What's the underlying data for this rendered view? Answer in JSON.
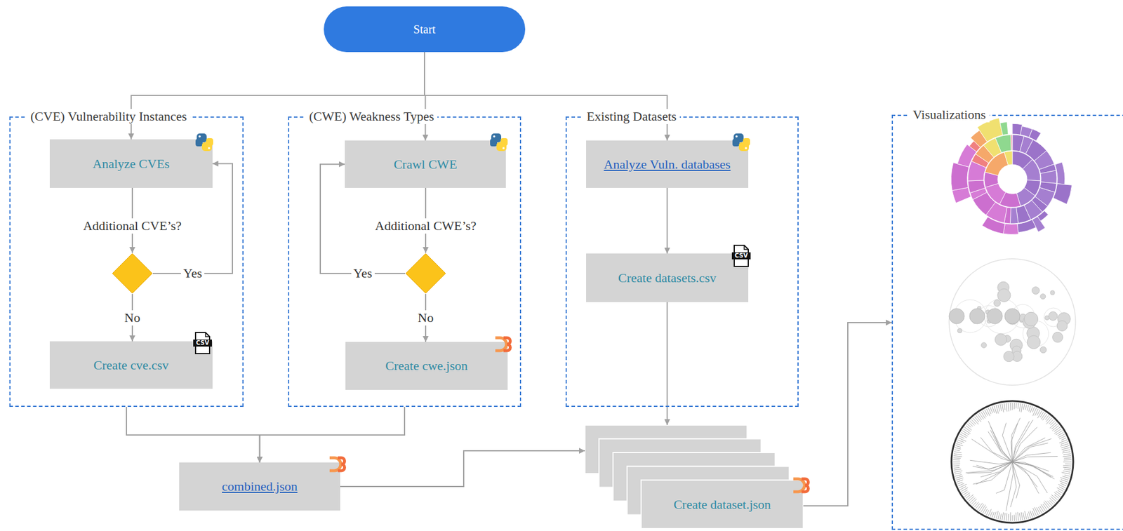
{
  "diagram": {
    "nodes": [
      {
        "text": [
          "Start"
        ]
      },
      {
        "text": [
          "(CVE) Vulnerability Instances"
        ]
      },
      {
        "text": [
          "Analyze CVEs"
        ],
        "in": 1
      },
      {
        "text": [
          "Additional CVE’s?"
        ],
        "in": 1
      },
      {
        "text": [
          "Create cve.csv"
        ],
        "in": 1
      },
      {
        "text": [
          "(CWE) Weakness Types"
        ]
      },
      {
        "text": [
          "Crawl CWE"
        ],
        "in": 5
      },
      {
        "text": [
          "Additional CWE’s?"
        ],
        "in": 5
      },
      {
        "text": [
          "Create cwe.json"
        ],
        "in": 5
      },
      {
        "text": [
          "Existing Datasets"
        ]
      },
      {
        "text": [
          "Analyze Vuln. databases"
        ],
        "in": 9
      },
      {
        "text": [
          "Create datasets.csv"
        ],
        "in": 9
      },
      {
        "text": [
          "Visualizations"
        ]
      },
      {
        "text": [
          "combined.json"
        ]
      },
      {
        "text": [
          "Create dataset.json"
        ]
      }
    ],
    "edges": [
      {
        "from": 0,
        "to": 2,
        "arrow": "to"
      },
      {
        "from": 0,
        "to": 6,
        "arrow": "to"
      },
      {
        "from": 0,
        "to": 10,
        "arrow": "to"
      },
      {
        "from": 2,
        "to": 3,
        "arrow": "to"
      },
      {
        "from": 3,
        "to": 2,
        "label": "Yes",
        "arrow": "to"
      },
      {
        "from": 3,
        "to": 4,
        "label": "No",
        "arrow": "to"
      },
      {
        "from": 6,
        "to": 7,
        "arrow": "to"
      },
      {
        "from": 7,
        "to": 6,
        "label": "Yes",
        "arrow": "to"
      },
      {
        "from": 7,
        "to": 8,
        "label": "No",
        "arrow": "to"
      },
      {
        "from": 10,
        "to": 11,
        "arrow": "to"
      },
      {
        "from": 1,
        "to": 13,
        "arrow": "to"
      },
      {
        "from": 5,
        "to": 13,
        "arrow": "to"
      },
      {
        "from": 11,
        "to": 14,
        "arrow": "to"
      },
      {
        "from": 13,
        "to": 14,
        "arrow": "to"
      },
      {
        "from": 14,
        "to": 12,
        "arrow": "to"
      }
    ],
    "labels": [
      "CSV",
      "CSV"
    ]
  }
}
